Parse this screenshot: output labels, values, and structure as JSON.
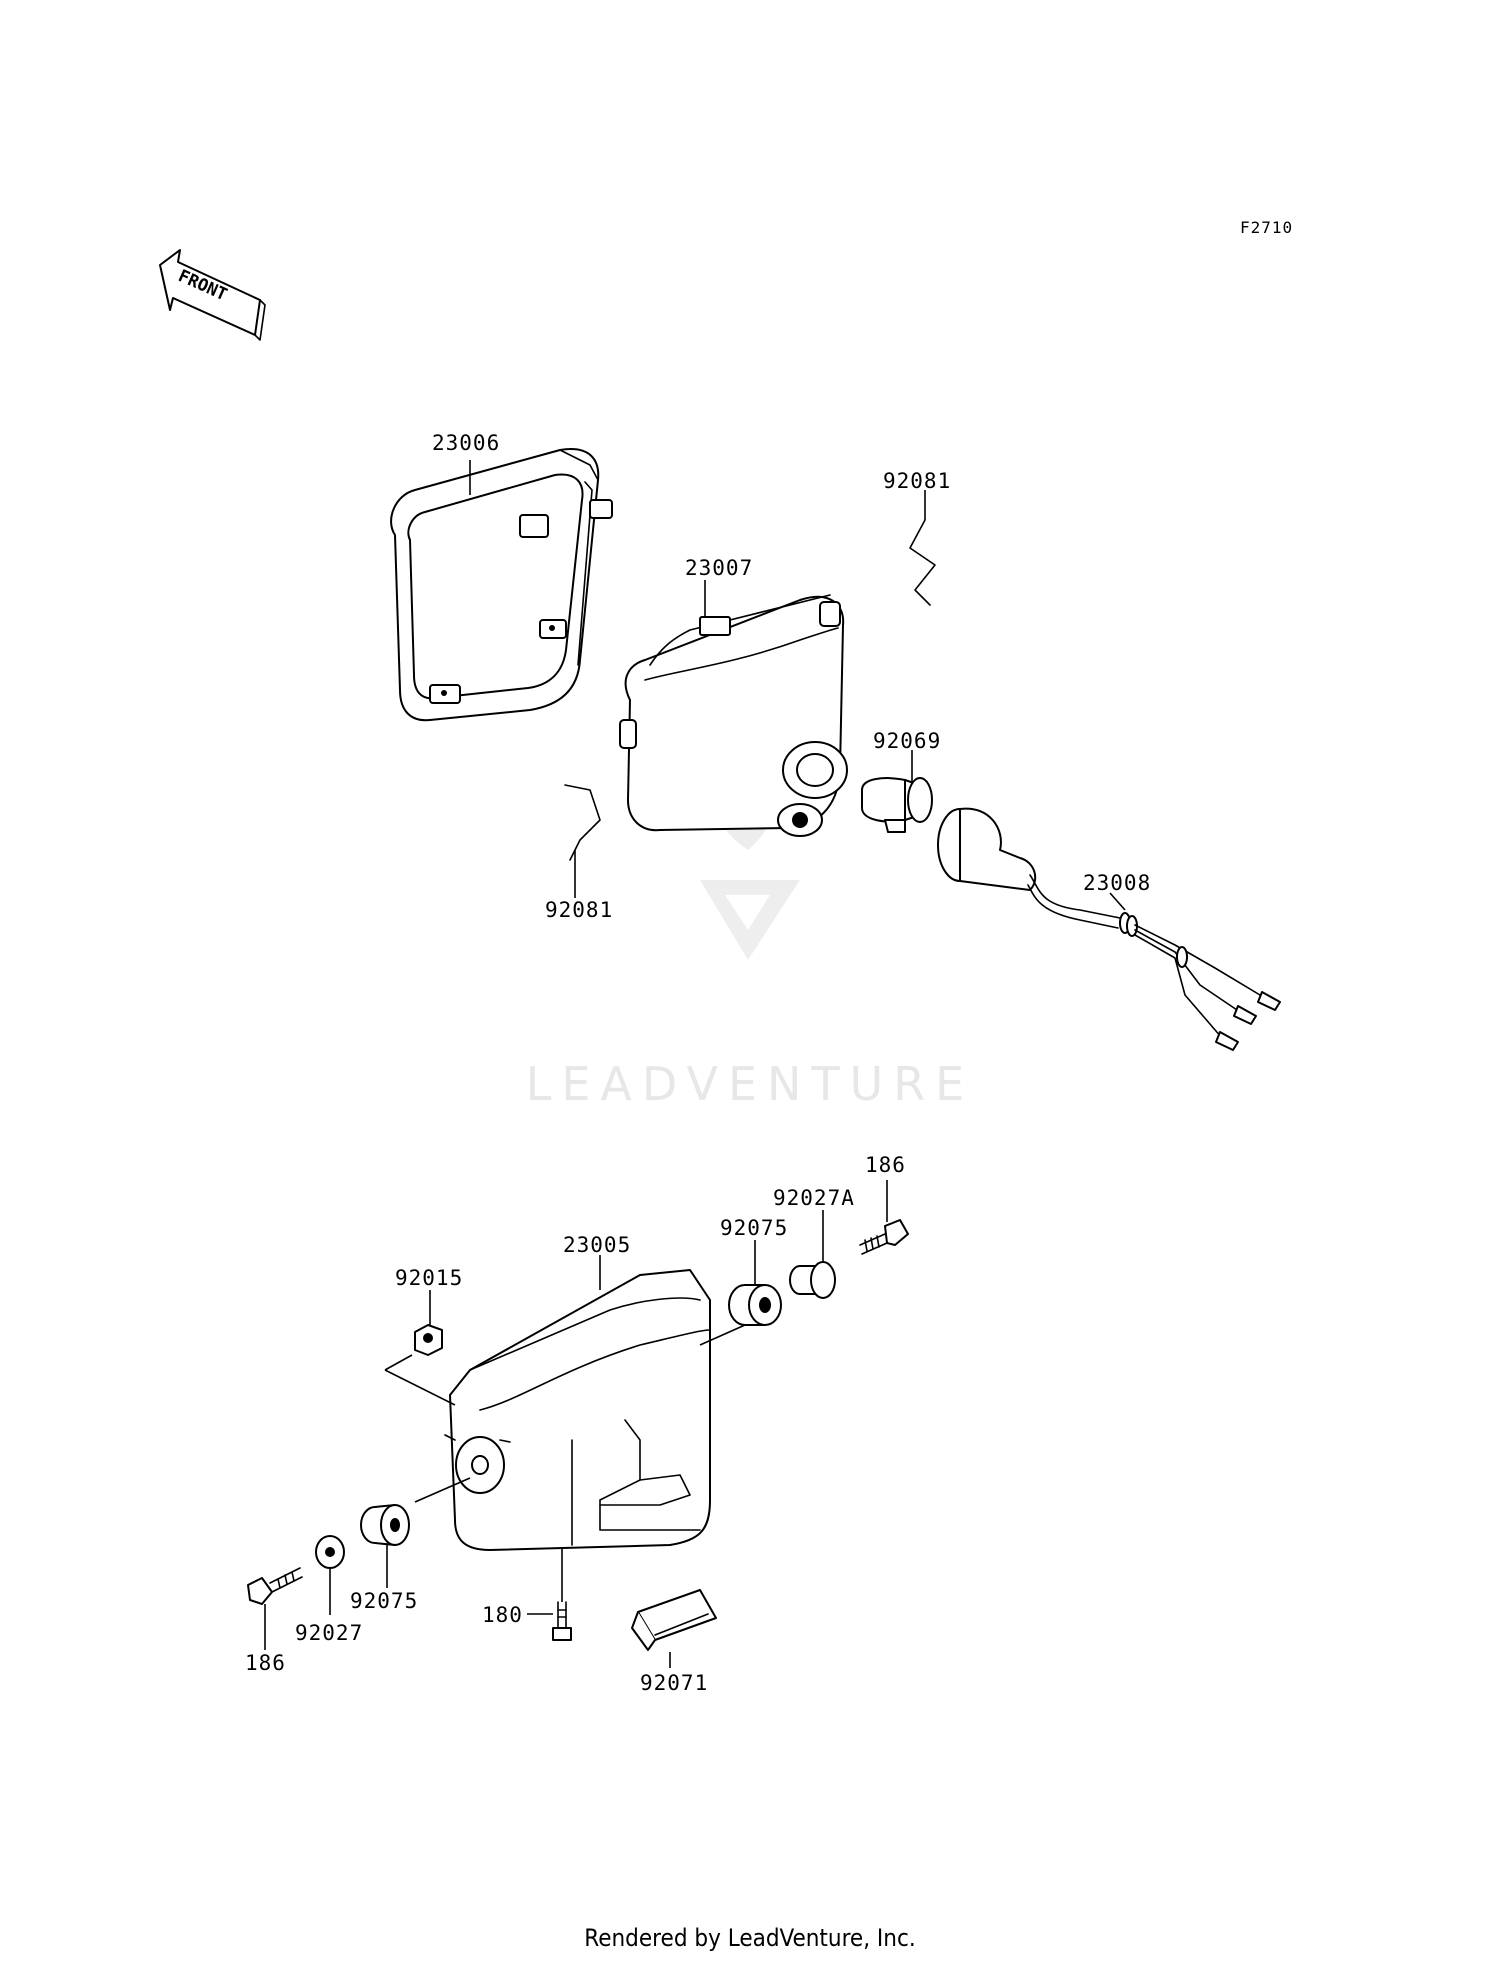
{
  "diagram": {
    "code": "F2710",
    "front_label": "FRONT",
    "watermark": "LEADVENTURE",
    "parts": [
      {
        "id": "23006",
        "label": "23006"
      },
      {
        "id": "92081a",
        "label": "92081"
      },
      {
        "id": "23007",
        "label": "23007"
      },
      {
        "id": "92069",
        "label": "92069"
      },
      {
        "id": "92081b",
        "label": "92081"
      },
      {
        "id": "23008",
        "label": "23008"
      },
      {
        "id": "186a",
        "label": "186"
      },
      {
        "id": "92027A",
        "label": "92027A"
      },
      {
        "id": "92075a",
        "label": "92075"
      },
      {
        "id": "23005",
        "label": "23005"
      },
      {
        "id": "92015",
        "label": "92015"
      },
      {
        "id": "92075b",
        "label": "92075"
      },
      {
        "id": "92027",
        "label": "92027"
      },
      {
        "id": "186b",
        "label": "186"
      },
      {
        "id": "180",
        "label": "180"
      },
      {
        "id": "92071",
        "label": "92071"
      }
    ]
  },
  "footer": "Rendered by LeadVenture, Inc."
}
